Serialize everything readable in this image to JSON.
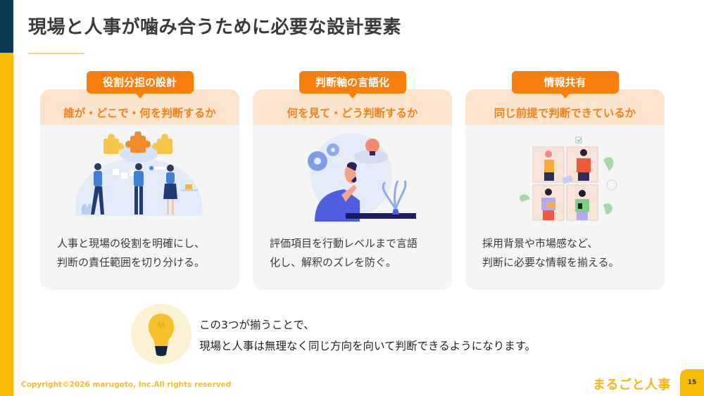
{
  "page": {
    "title": "現場と人事が噛み合うために必要な設計要素",
    "number": "15"
  },
  "colors": {
    "navy": "#0e3a55",
    "yellow": "#f8bb05",
    "orange": "#f67f0d",
    "orange_text": "#f0821a",
    "card_head_bg": "#fde4cc",
    "card_bg": "#f5f5f5"
  },
  "cards": [
    {
      "badge": "役割分担の設計",
      "subtitle": "誰が・どこで・何を判断するか",
      "illustration": "team-puzzle-illustration",
      "desc_line1": "人事と現場の役割を明確にし、",
      "desc_line2": "判断の責任範囲を切り分ける。"
    },
    {
      "badge": "判断軸の言語化",
      "subtitle": "何を見て・どう判断するか",
      "illustration": "thinking-person-illustration",
      "desc_line1": "評価項目を行動レベルまで言語",
      "desc_line2": "化し、解釈のズレを防ぐ。"
    },
    {
      "badge": "情報共有",
      "subtitle": "同じ前提で判断できているか",
      "illustration": "puzzle-collaboration-illustration",
      "desc_line1": "採用背景や市場感など、",
      "desc_line2": "判断に必要な情報を揃える。"
    }
  ],
  "summary": {
    "icon": "lightbulb-icon",
    "line1": "この3つが揃うことで、",
    "line2": "現場と人事は無理なく同じ方向を向いて判断できるようになります。"
  },
  "footer": {
    "copyright": "Copyright©2026 marugoto, Inc.All rights reserved",
    "brand": "まるごと人事"
  }
}
